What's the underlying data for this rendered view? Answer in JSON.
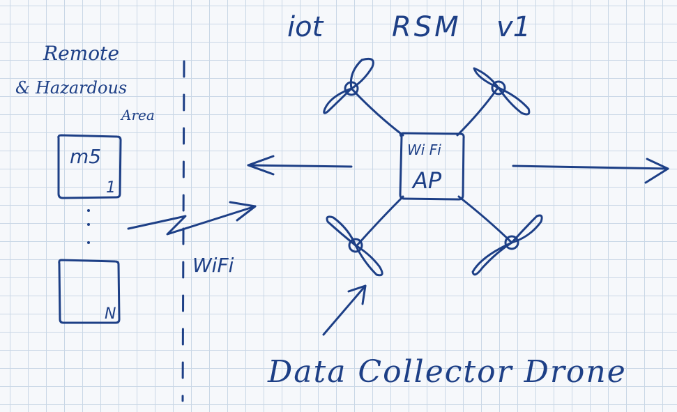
{
  "title": {
    "part1": "iot",
    "part2": "RSM",
    "part3": "v1"
  },
  "area_label": {
    "line1": "Remote",
    "line2": "& Hazardous",
    "line3": "Area"
  },
  "nodes": {
    "first_label": "m5",
    "first_index": "1",
    "last_index": "N"
  },
  "link_label": "WiFi",
  "drone": {
    "wifi_label": "Wi Fi",
    "ap_label": "AP"
  },
  "caption": "Data Collector Drone",
  "colors": {
    "ink": "#1d3f86",
    "grid": "#c9d7e6",
    "paper": "#f6f8fb"
  }
}
